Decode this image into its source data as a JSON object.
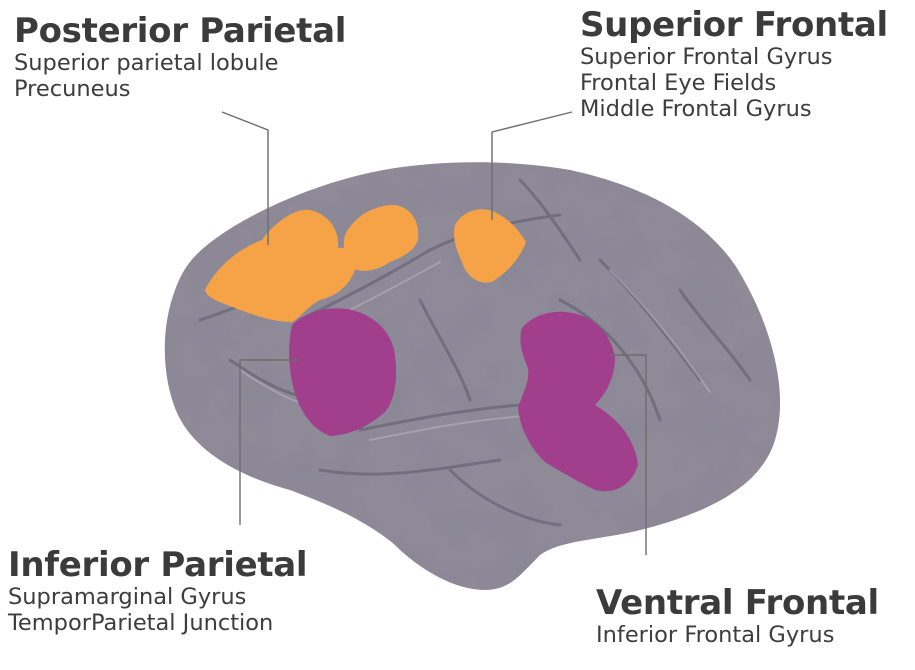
{
  "colors": {
    "cortex": "#8e8a98",
    "cortex_dark": "#6f6b7b",
    "sulcus": "#5d5969",
    "highlight": "#b7b3c2",
    "dorsal_network": "#f6a348",
    "ventral_network": "#a23f8c",
    "leader_line": "#6d6d6d",
    "text": "#3b3b3b"
  },
  "labels": {
    "posterior_parietal": {
      "title": "Posterior Parietal",
      "items": [
        "Superior parietal lobule",
        "Precuneus"
      ]
    },
    "superior_frontal": {
      "title": "Superior Frontal",
      "items": [
        "Superior Frontal Gyrus",
        "Frontal Eye Fields",
        "Middle Frontal Gyrus"
      ]
    },
    "inferior_parietal": {
      "title": "Inferior Parietal",
      "items": [
        "Supramarginal Gyrus",
        "TemporParietal Junction"
      ]
    },
    "ventral_frontal": {
      "title": "Ventral Frontal",
      "items": [
        "Inferior Frontal Gyrus"
      ]
    }
  }
}
